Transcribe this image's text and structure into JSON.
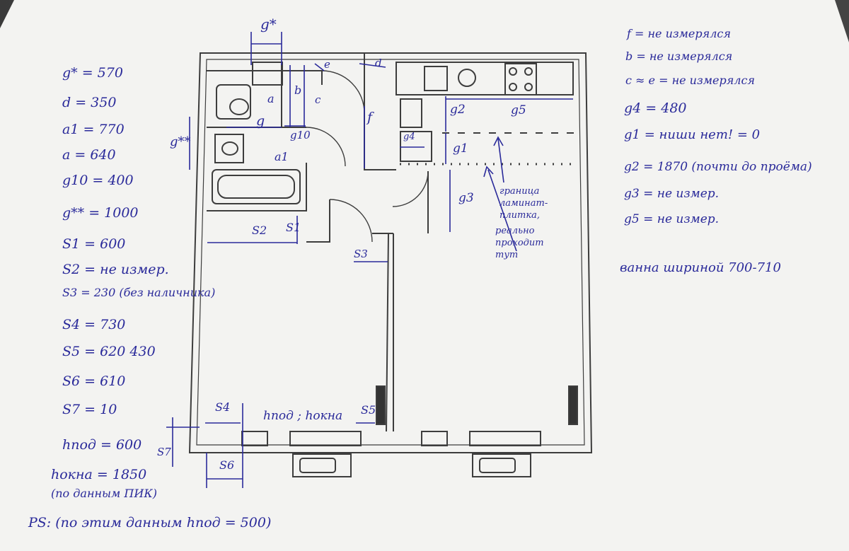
{
  "left_notes": [
    "g* = 570",
    "d = 350",
    "a1 = 770",
    "a = 640",
    "g10 = 400",
    "g** = 1000",
    "S1 = 600",
    "S2 = не измер.",
    "S3 = 230 (без наличника)",
    "S4 = 730",
    "S5 = 620 430",
    "S6 = 610",
    "S7 = 10",
    "hпод = 600",
    "hокна = 1850",
    "(по данным ПИК)",
    "PS: (по этим данным hпод = 500)"
  ],
  "right_notes": [
    "f = не измерялся",
    "b = не измерялся",
    "c ≈ e = не измерялся",
    "g4 = 480",
    "g1 = ниши нет! = 0",
    "g2 = 1870 (почти до проёма)",
    "g3 = не измер.",
    "g5 = не измер.",
    "ванна шириной 700-710"
  ],
  "plan_labels": {
    "g_star": "g*",
    "g_2star": "g**",
    "a": "a",
    "a1": "a1",
    "b": "b",
    "c": "c",
    "e": "e",
    "d": "d",
    "f": "f",
    "g": "g",
    "g10": "g10",
    "g1": "g1",
    "g2": "g2",
    "g3": "g3",
    "g4": "g4",
    "g5": "g5",
    "s1": "S1",
    "s2": "S2",
    "s3": "S3",
    "s4": "S4",
    "s5": "S5",
    "s6": "S6",
    "s7": "S7",
    "h_label": "hпод ; hокна",
    "border_note": "граница ламинат-плитка,",
    "border_note2": "реально проходит тут"
  },
  "colors": {
    "ink": "#2a2a9a",
    "pencil": "#3b3b3b",
    "paper": "#f4f4f2"
  }
}
